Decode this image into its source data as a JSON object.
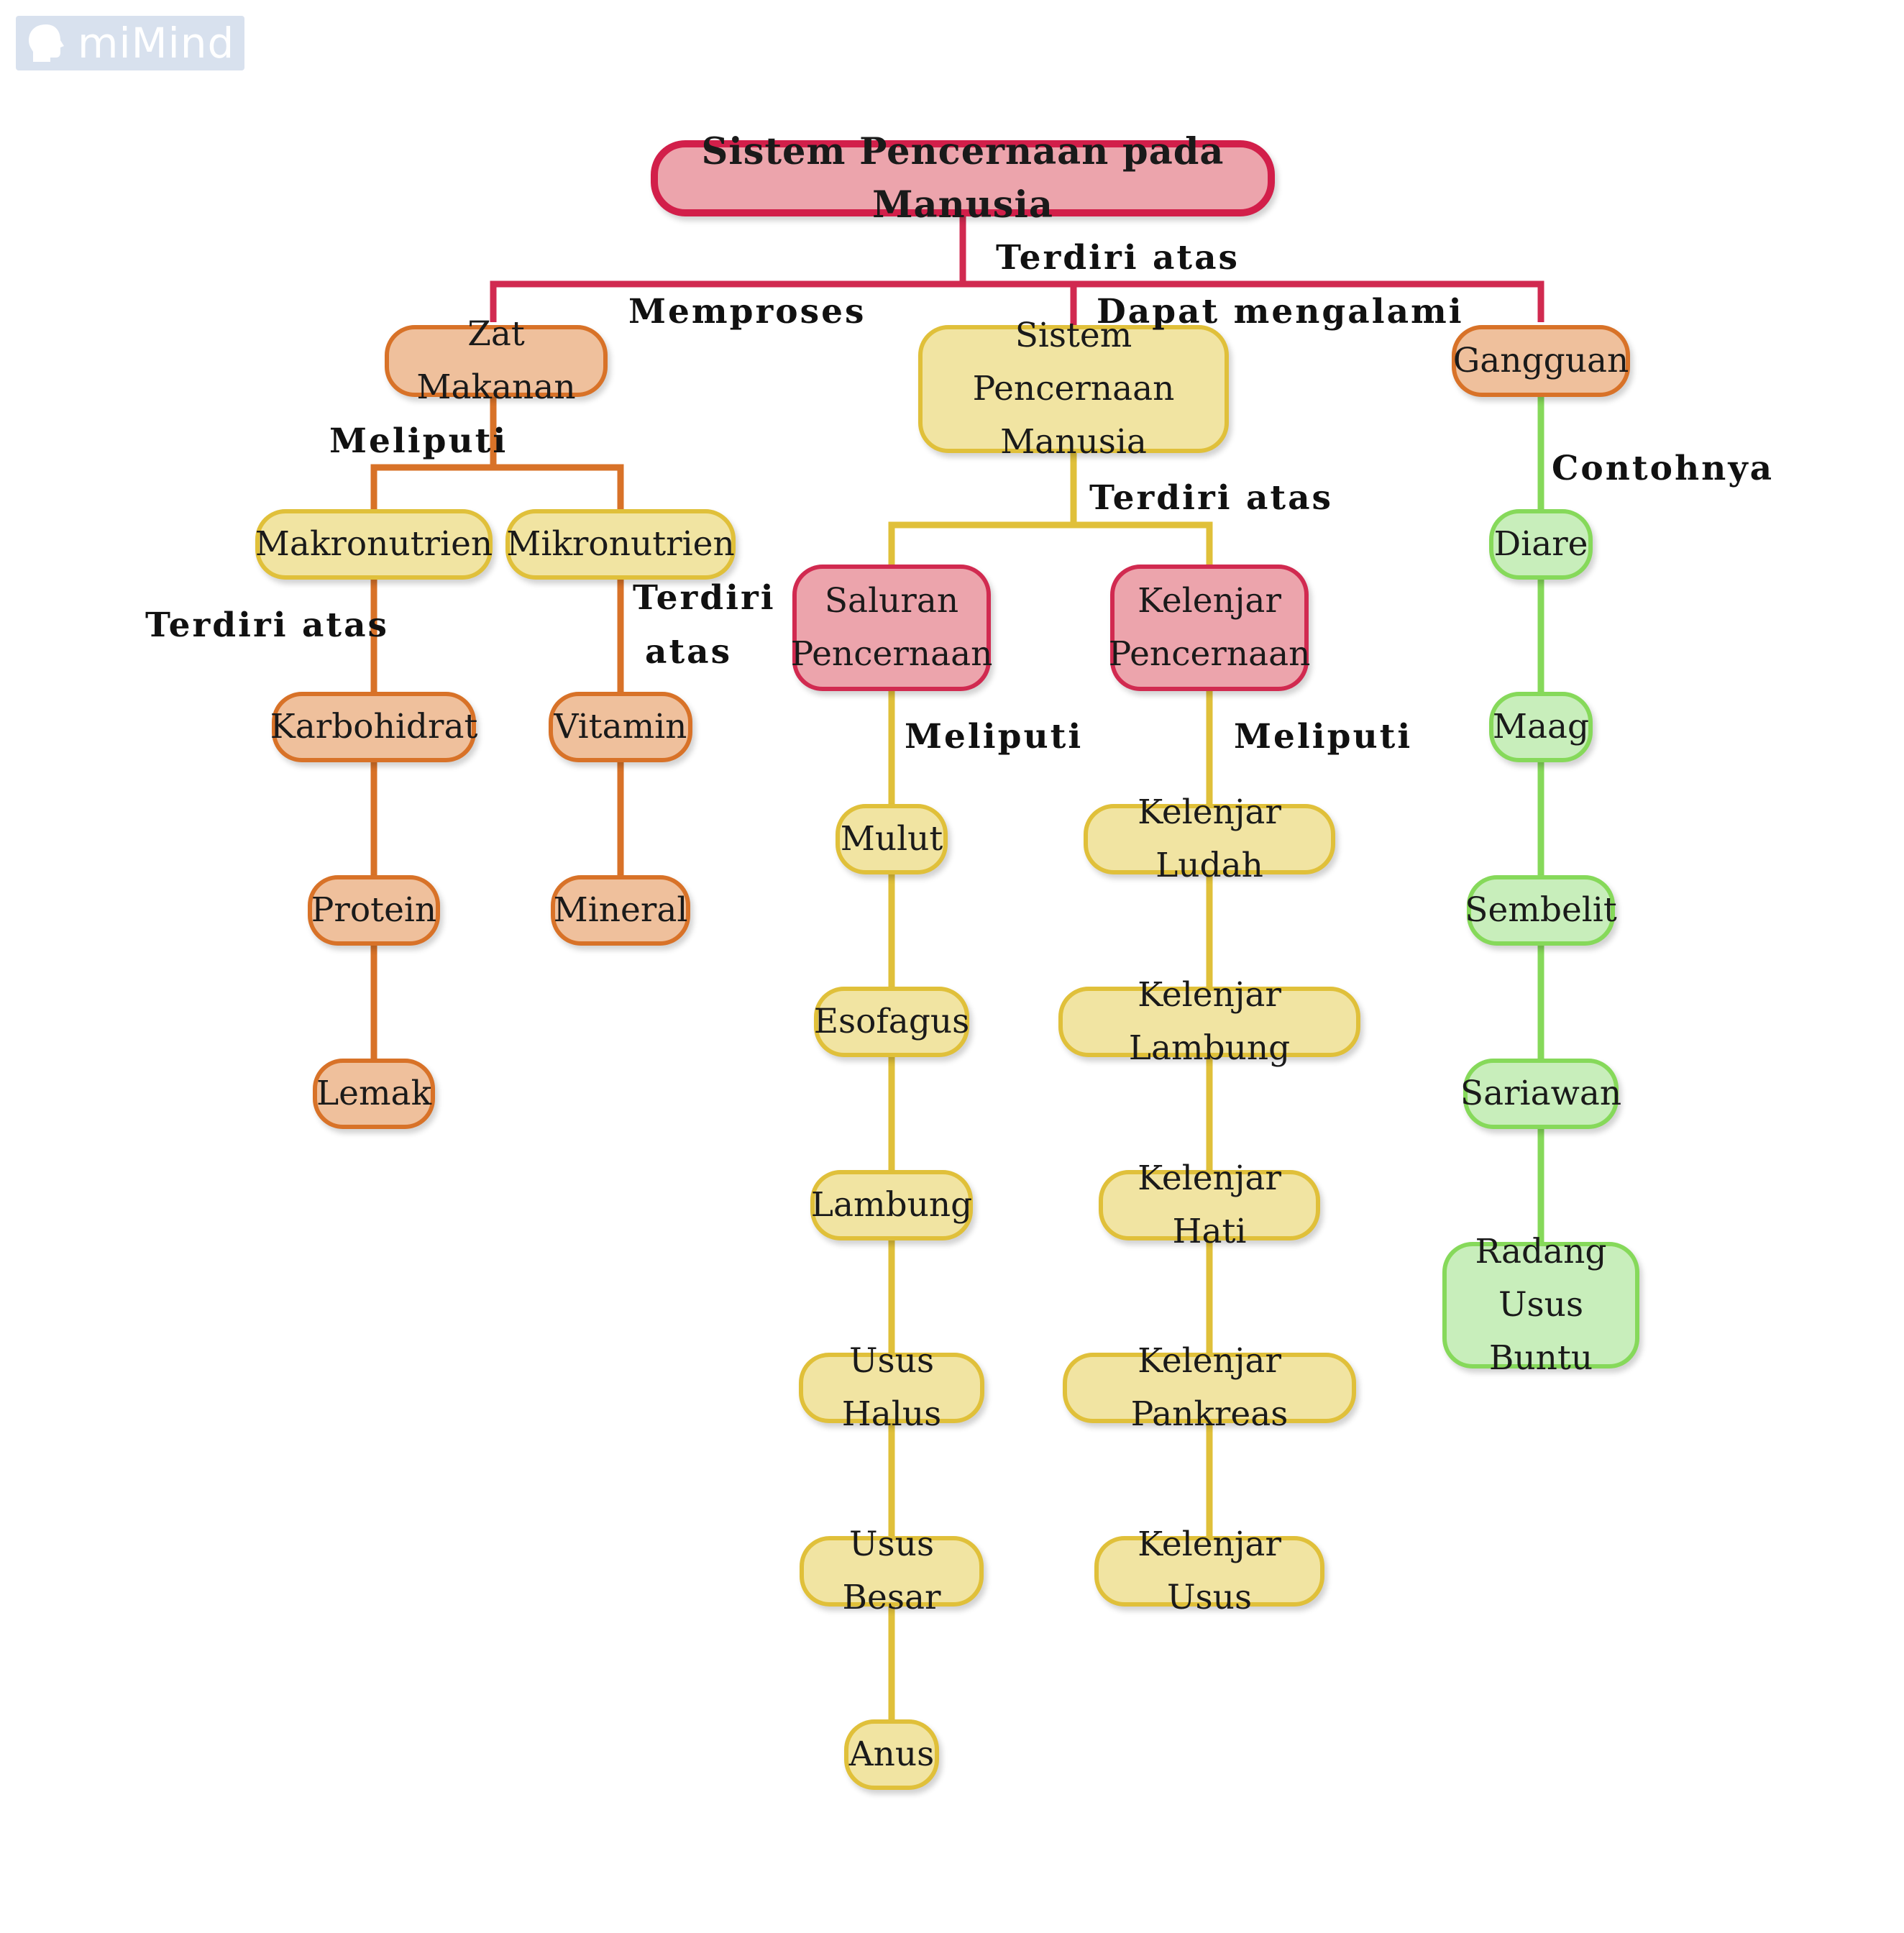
{
  "logo": {
    "text": "miMind",
    "icon": "head-icon"
  },
  "colors": {
    "pink": "#d12a50",
    "orange": "#d87228",
    "yellow": "#e0c03a",
    "green": "#86d95a"
  },
  "diagram": {
    "root": "Sistem Pencernaan pada Manusia",
    "branches": {
      "zat_makanan": "Zat Makanan",
      "sistem": "Sistem Pencernaan\nManusia",
      "gangguan": "Gangguan"
    },
    "zat": {
      "makronutrien": "Makronutrien",
      "mikronutrien": "Mikronutrien",
      "makro_items": [
        "Karbohidrat",
        "Protein",
        "Lemak"
      ],
      "mikro_items": [
        "Vitamin",
        "Mineral"
      ]
    },
    "sistem_children": {
      "saluran": "Saluran\nPencernaan",
      "kelenjar": "Kelenjar\nPencernaan"
    },
    "saluran_items": [
      "Mulut",
      "Esofagus",
      "Lambung",
      "Usus Halus",
      "Usus Besar",
      "Anus"
    ],
    "kelenjar_items": [
      "Kelenjar Ludah",
      "Kelenjar Lambung",
      "Kelenjar Hati",
      "Kelenjar Pankreas",
      "Kelenjar Usus"
    ],
    "gangguan_items": [
      "Diare",
      "Maag",
      "Sembelit",
      "Sariawan",
      "Radang\nUsus Buntu"
    ],
    "labels": {
      "terdiri_atas_root": "Terdiri atas",
      "memproses": "Memproses",
      "dapat_mengalami": "Dapat mengalami",
      "meliputi_zat": "Meliputi",
      "terdiri_atas_makro": "Terdiri atas",
      "terdiri_mikro_1": "Terdiri",
      "terdiri_mikro_2": "atas",
      "terdiri_atas_sistem": "Terdiri atas",
      "meliputi_saluran": "Meliputi",
      "meliputi_kelenjar": "Meliputi",
      "contohnya": "Contohnya"
    }
  }
}
